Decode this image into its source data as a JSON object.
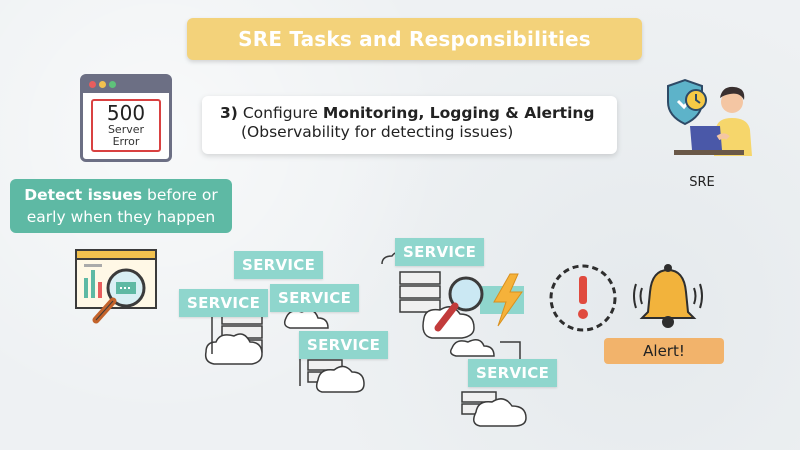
{
  "title": "SRE Tasks and Responsibilities",
  "error_window": {
    "code": "500",
    "line1": "Server",
    "line2": "Error"
  },
  "step": {
    "number": "3)",
    "verb": "Configure",
    "focus": "Monitoring, Logging & Alerting",
    "subtitle": "(Observability for detecting issues)"
  },
  "detect": {
    "bold": "Detect issues",
    "rest1": " before or",
    "line2": "early when they happen"
  },
  "sre_label": "SRE",
  "service_label": "SERVICE",
  "alert_label": "Alert!",
  "icons": [
    "error-window-icon",
    "dashboard-magnifier-icon",
    "server-cloud-icon",
    "magnifier-icon",
    "lightning-icon",
    "warning-icon",
    "bell-icon",
    "engineer-icon",
    "shield-icon",
    "clock-icon"
  ],
  "colors": {
    "title_bg": "#f3d27a",
    "teal": "#5eb9a4",
    "service_bg": "#8fd6cd",
    "alert_bg": "#f2b36b",
    "error_red": "#d94141"
  }
}
